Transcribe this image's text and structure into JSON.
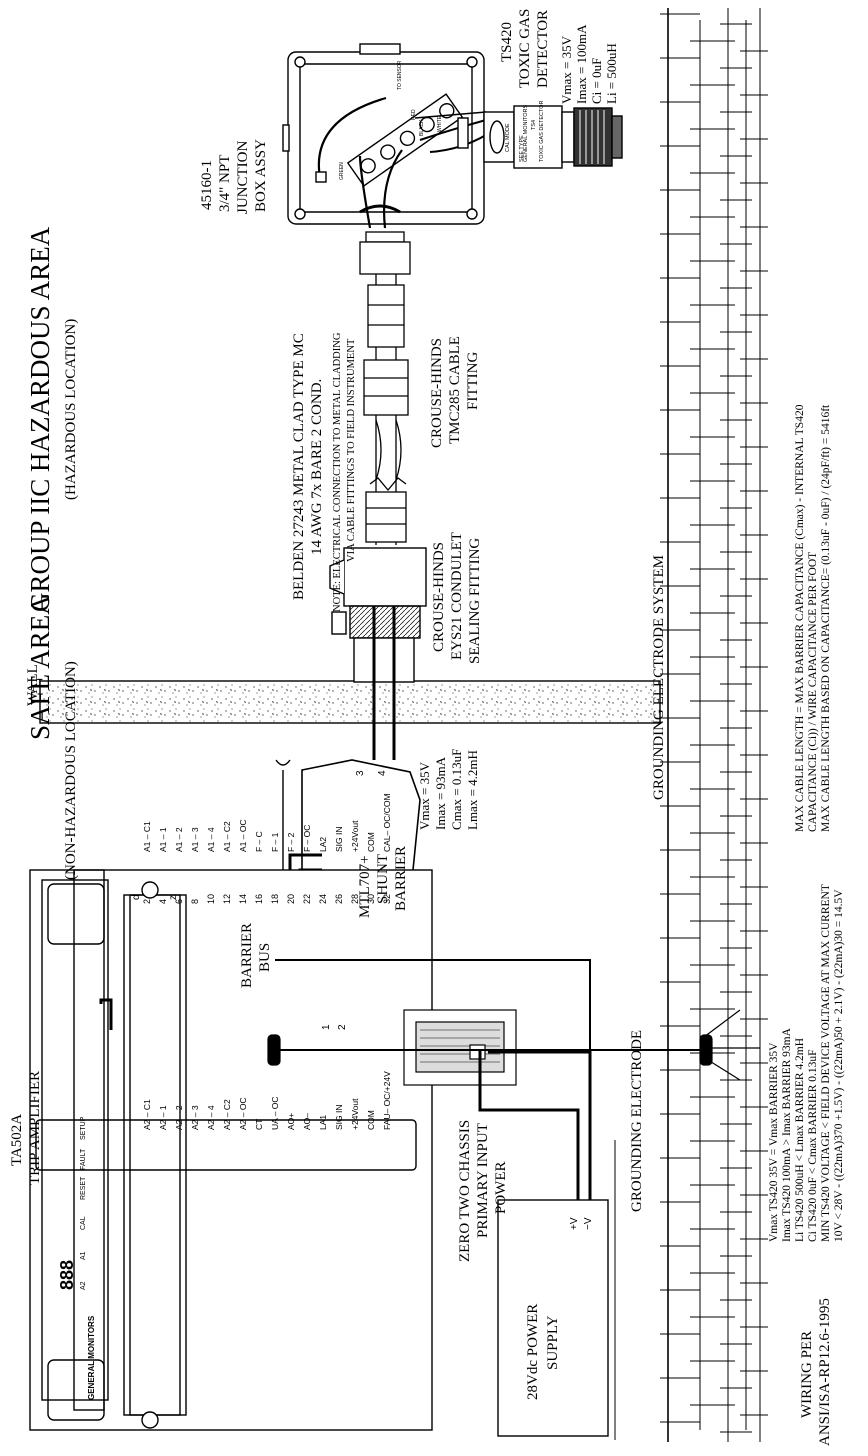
{
  "areas": {
    "safe_title": "SAFE AREA",
    "safe_subtitle": "(NON-HAZARDOUS LOCATION)",
    "haz_title": "GROUP IIC HAZARDOUS AREA",
    "haz_subtitle": "(HAZARDOUS LOCATION)",
    "wall": "WALL"
  },
  "trip_amplifier": {
    "name": "TA502A",
    "desc": "TRIP AMPLIFIER",
    "display_digits": "888",
    "front_labels": [
      "A2",
      "A1",
      "CAL",
      "RESET",
      "FAULT",
      "SETUP"
    ],
    "brand": "GENERAL MONITORS",
    "connector_cols": [
      "d",
      "z"
    ],
    "left_terminals": [
      "A2 – C1",
      "A2 – 1",
      "A2 – 2",
      "A2 – 3",
      "A2 – 4",
      "A2 – C2",
      "A2 – OC",
      "CT",
      "UA – OC",
      "AO+",
      "AO–",
      "LA1",
      "SIG IN",
      "+24Vout",
      "COM",
      "FAU– OC/+24V"
    ],
    "pin_numbers": [
      "2",
      "4",
      "6",
      "8",
      "10",
      "12",
      "14",
      "16",
      "18",
      "20",
      "22",
      "24",
      "26",
      "28",
      "30",
      "32"
    ],
    "right_terminals": [
      "A1 – C1",
      "A1 – 1",
      "A1 – 2",
      "A1 – 3",
      "A1 – 4",
      "A1 – C2",
      "A1 – OC",
      "F – C",
      "F – 1",
      "F – 2",
      "F – OC",
      "LA2",
      "SIG IN",
      "+24Vout",
      "COM",
      "CAL– OC/COM"
    ]
  },
  "power_supply": {
    "line1": "28Vdc POWER",
    "line2": "SUPPLY",
    "plus": "+V",
    "minus": "−V"
  },
  "chassis": {
    "line1": "ZERO TWO CHASSIS",
    "line2": "PRIMARY INPUT",
    "line3": "POWER"
  },
  "wiring_per": {
    "line1": "WIRING PER",
    "line2": "ANSI/ISA-RP12.6-1995"
  },
  "grounding": {
    "electrode": "GROUNDING ELECTRODE",
    "system": "GROUNDING ELECTRODE SYSTEM"
  },
  "barrier_bus": {
    "line1": "BARRIER",
    "line2": "BUS"
  },
  "barrier": {
    "line1": "MTL707+",
    "line2": "SHUNT",
    "line3": "BARRIER",
    "specs": [
      "Vmax = 35V",
      "Imax = 93mA",
      "Cmax = 0.13uF",
      "Lmax = 4.2mH"
    ],
    "wire_nums": [
      "1",
      "2",
      "3",
      "4"
    ]
  },
  "conduit": {
    "line1": "CROUSE-HINDS",
    "line2": "EYS21 CONDULET",
    "line3": "SEALING FITTING"
  },
  "cable": {
    "line1": "BELDEN 27243 METAL CLAD TYPE MC",
    "line2": "14 AWG 7x BARE 2 COND.",
    "note1": "NOTE: ELECTRICAL CONNECTION TO METAL CLADDING",
    "note2": "VIA CABLE FITTINGS TO FIELD INSTRUMENT"
  },
  "fitting": {
    "line1": "CROUSE-HINDS",
    "line2": "TMC285 CABLE",
    "line3": "FITTING"
  },
  "junction_box": {
    "line1": "45160-1",
    "line2": "3/4\" NPT",
    "line3": "JUNCTION",
    "line4": "BOX ASSY",
    "inner_labels": [
      "TO SENSOR",
      "RED",
      "BLACK",
      "WHITE",
      "GREEN"
    ]
  },
  "detector": {
    "line1": "TS420",
    "line2": "TOXIC GAS",
    "line3": "DETECTOR",
    "specs": [
      "Vmax = 35V",
      "Imax = 100mA",
      "Ci = 0uF",
      "Li = 500uH"
    ],
    "body_labels": [
      "CAL MODE",
      "TS4",
      "GENERAL MONITORS",
      "TOXIC GAS DETECTOR",
      "SEE TYPE"
    ]
  },
  "entity_params": [
    "Vmax TS420 35V = Vmax BARRIER 35V",
    "Imax TS420 100mA > Imax BARRIER 93mA",
    "Li TS420 500uH < Lmax BARRIER 4.2mH",
    "Ci TS420 0uF < Cmax BARRIER 0.13uF",
    "MIN TS420 VOLTAGE < FIELD DEVICE VOLTAGE AT MAX CURRENT",
    "10V < 28V - ((22mA)370 +1.5V) - ((22mA)50 + 2.1V) - (22mA)30 = 14.5V"
  ],
  "cable_calc": [
    "MAX CABLE LENGTH = MAX BARRIER CAPACITANCE (Cmax) - INTERNAL TS420",
    "CAPACITANCE (Ci)) / WIRE CAPACITANCE  PER FOOT",
    "MAX CABLE LENGTH BASED ON CAPACITANCE= (0.13uF - 0uF) / (24pF/ft) = 5416ft"
  ]
}
